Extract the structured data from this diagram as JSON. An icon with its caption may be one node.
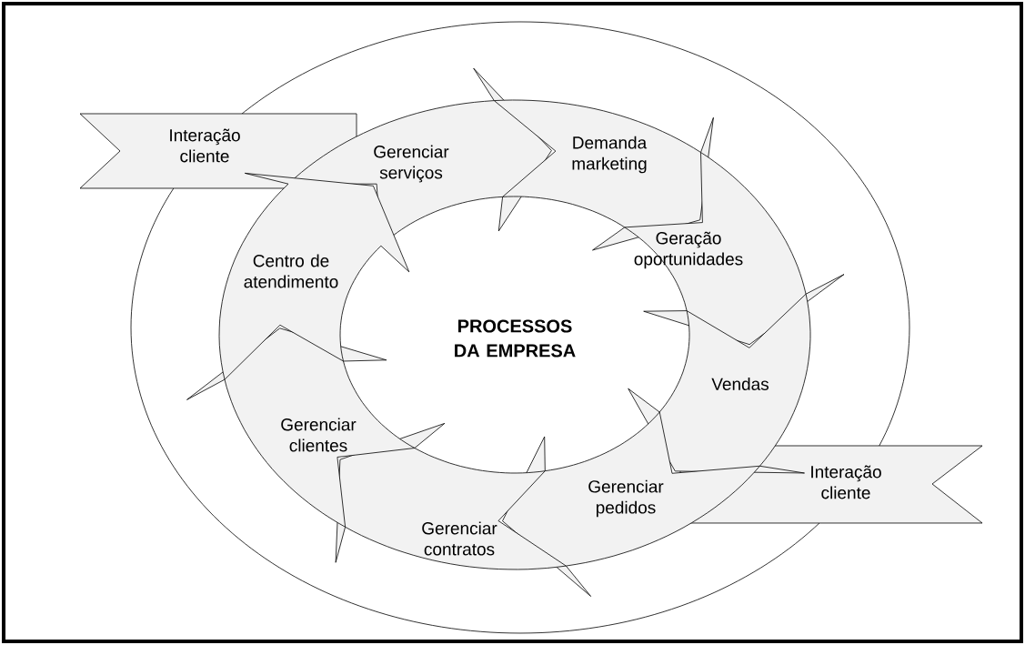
{
  "diagram": {
    "nodes": [
      {
        "text": [
          "Interação cliente"
        ]
      },
      {
        "text": [
          "Gerenciar serviços"
        ]
      },
      {
        "text": [
          "Demanda marketing"
        ]
      },
      {
        "text": [
          "Geração oportunidades"
        ]
      },
      {
        "text": [
          "Vendas"
        ]
      },
      {
        "text": [
          "Gerenciar pedidos"
        ]
      },
      {
        "text": [
          "Interação cliente"
        ]
      },
      {
        "text": [
          "Gerenciar contratos"
        ]
      },
      {
        "text": [
          "Gerenciar clientes"
        ]
      },
      {
        "text": [
          "Centro de atendimento"
        ]
      }
    ],
    "labels": [
      "PROCESSOS DA EMPRESA"
    ]
  }
}
